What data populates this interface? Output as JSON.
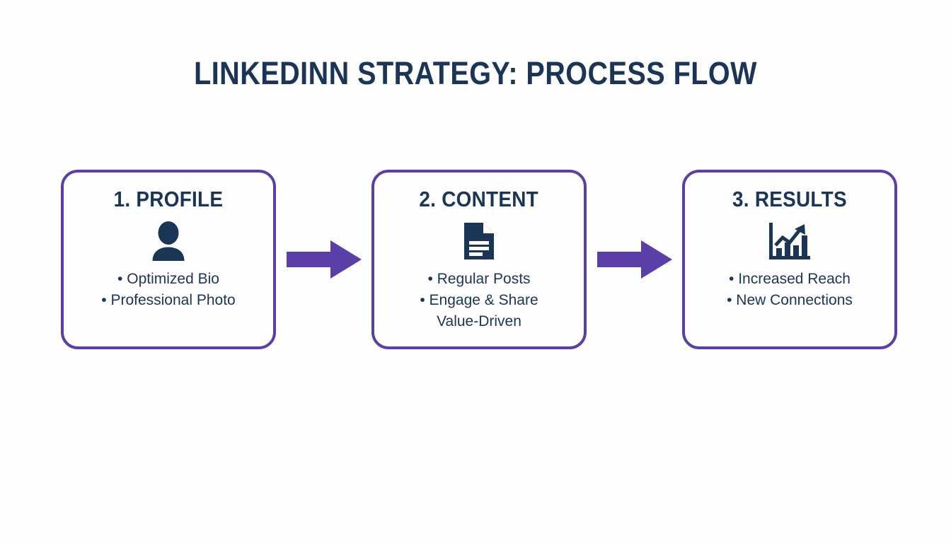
{
  "slide": {
    "title": "LINKEDINN STRATEGY: PROCESS FLOW",
    "background_color": "#fdfdfe",
    "accent_color": "#5b3fa8",
    "text_color": "#1b3557"
  },
  "steps": [
    {
      "heading": "1. PROFILE",
      "icon": "person-icon",
      "bullets": [
        {
          "text": "Optimized Bio",
          "continuation": ""
        },
        {
          "text": "Professional Photo",
          "continuation": ""
        }
      ]
    },
    {
      "heading": "2. CONTENT",
      "icon": "document-icon",
      "bullets": [
        {
          "text": "Regular Posts",
          "continuation": ""
        },
        {
          "text": "Engage & Share",
          "continuation": "Value-Driven"
        }
      ]
    },
    {
      "heading": "3. RESULTS",
      "icon": "growth-chart-icon",
      "bullets": [
        {
          "text": "Increased Reach",
          "continuation": ""
        },
        {
          "text": "New Connections",
          "continuation": ""
        }
      ]
    }
  ],
  "connectors": [
    {
      "name": "arrow-profile-to-content",
      "direction": "right"
    },
    {
      "name": "arrow-content-to-results",
      "direction": "right"
    }
  ],
  "bullet_glyph": "•"
}
